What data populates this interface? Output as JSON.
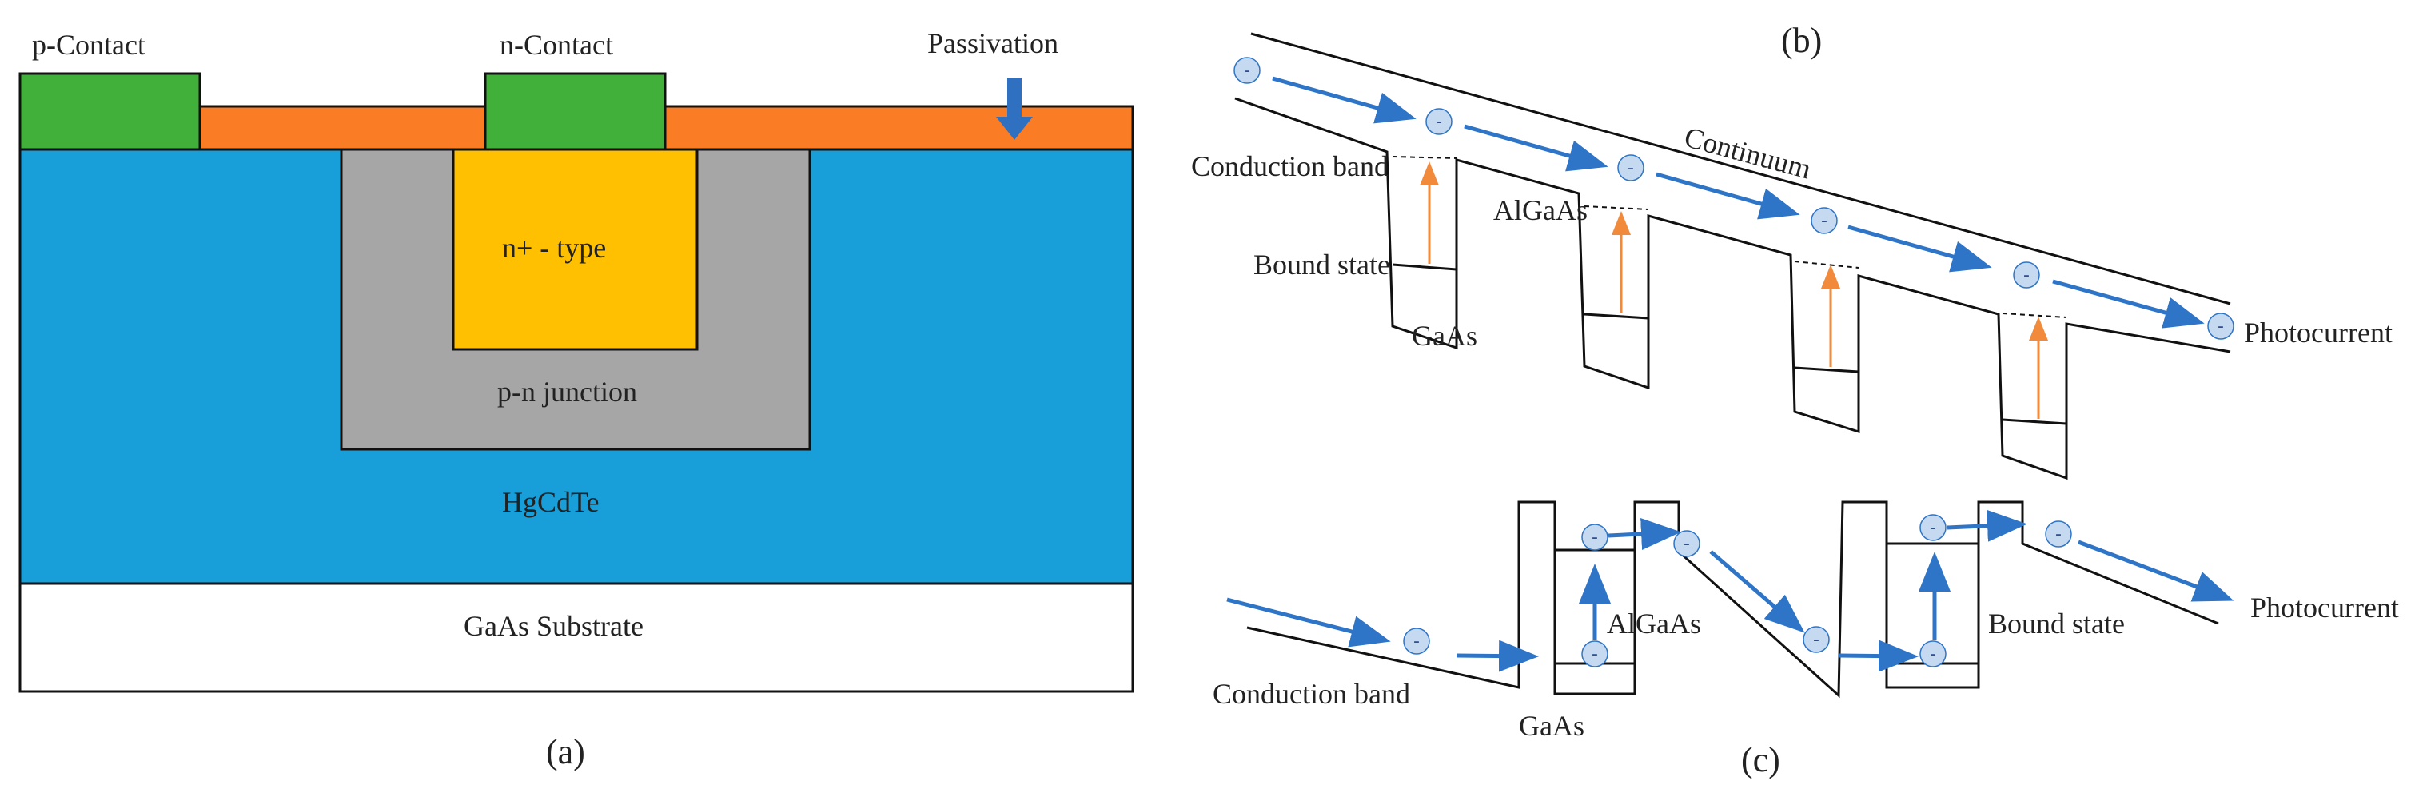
{
  "panel_a": {
    "caption": "(a)",
    "labels": {
      "p_contact": "p-Contact",
      "n_contact": "n-Contact",
      "passivation": "Passivation",
      "n_type": "n+ - type",
      "pn_junction": "p-n junction",
      "hgcdte": "HgCdTe",
      "substrate": "GaAs Substrate"
    },
    "colors": {
      "contact": "#41b03b",
      "passivation": "#fa7d25",
      "hgcdte": "#189ed8",
      "junction": "#a6a6a6",
      "n_type": "#fec000",
      "substrate": "#ffffff",
      "arrow": "#2f70c0"
    }
  },
  "panel_b": {
    "caption": "(b)",
    "labels": {
      "conduction_band": "Conduction band",
      "bound_state": "Bound state",
      "gaas": "GaAs",
      "algaas": "AlGaAs",
      "continuum": "Continuum",
      "photocurrent": "Photocurrent"
    }
  },
  "panel_c": {
    "caption": "(c)",
    "labels": {
      "conduction_band": "Conduction band",
      "gaas": "GaAs",
      "algaas": "AlGaAs",
      "bound_state": "Bound state",
      "photocurrent": "Photocurrent"
    }
  },
  "electron": {
    "symbol": "-",
    "fill": "#c5d9f1",
    "glyph_color": "#2f4f8f"
  },
  "colors": {
    "electron_arrow": "#2e75c7",
    "excitation_arrow": "#f28a3c",
    "band_line": "#111111"
  }
}
